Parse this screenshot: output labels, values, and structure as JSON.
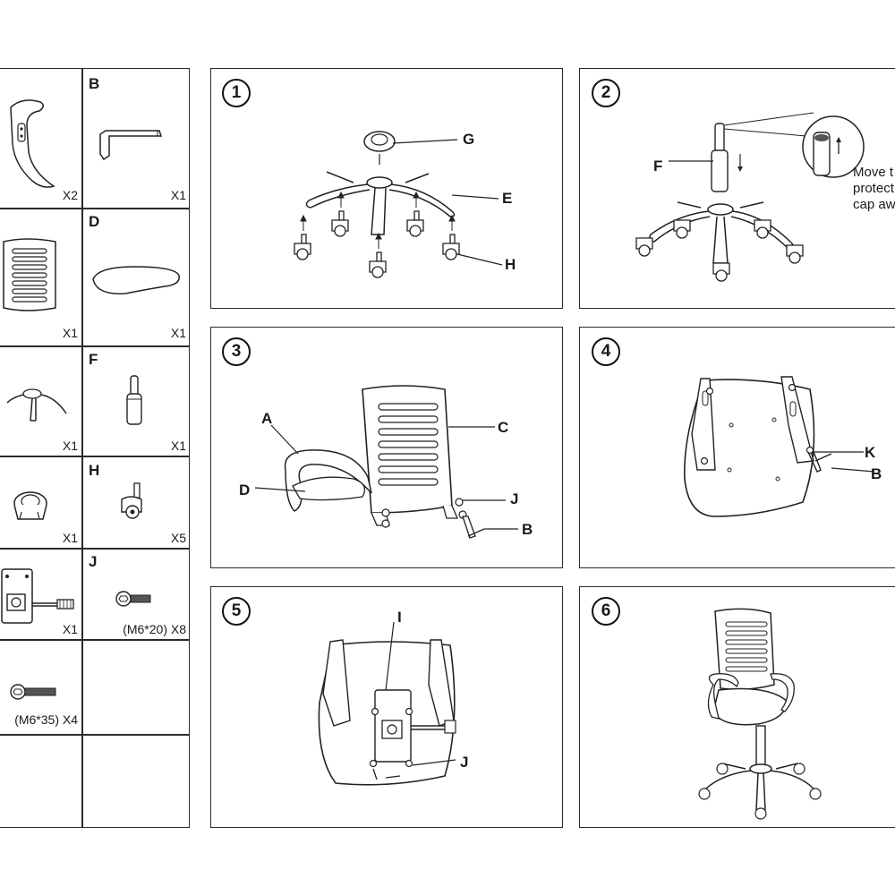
{
  "parts": [
    {
      "letter": "",
      "qty": "X2"
    },
    {
      "letter": "B",
      "qty": "X1"
    },
    {
      "letter": "",
      "qty": "X1"
    },
    {
      "letter": "D",
      "qty": "X1"
    },
    {
      "letter": "",
      "qty": "X1"
    },
    {
      "letter": "F",
      "qty": "X1"
    },
    {
      "letter": "",
      "qty": "X1"
    },
    {
      "letter": "H",
      "qty": "X5"
    },
    {
      "letter": "",
      "qty": "X1"
    },
    {
      "letter": "J",
      "qty": "(M6*20) X8"
    },
    {
      "letter": "",
      "qty": "(M6*35) X4"
    }
  ],
  "steps": [
    {
      "num": "1",
      "labels": {
        "g": "G",
        "e": "E",
        "h": "H"
      }
    },
    {
      "num": "2",
      "labels": {
        "f": "F"
      },
      "note": "Move t\nprotect\ncap aw"
    },
    {
      "num": "3",
      "labels": {
        "a": "A",
        "c": "C",
        "d": "D",
        "j": "J",
        "b": "B"
      }
    },
    {
      "num": "4",
      "labels": {
        "k": "K",
        "b": "B"
      }
    },
    {
      "num": "5",
      "labels": {
        "i": "I",
        "j": "J"
      }
    },
    {
      "num": "6",
      "labels": {}
    }
  ]
}
